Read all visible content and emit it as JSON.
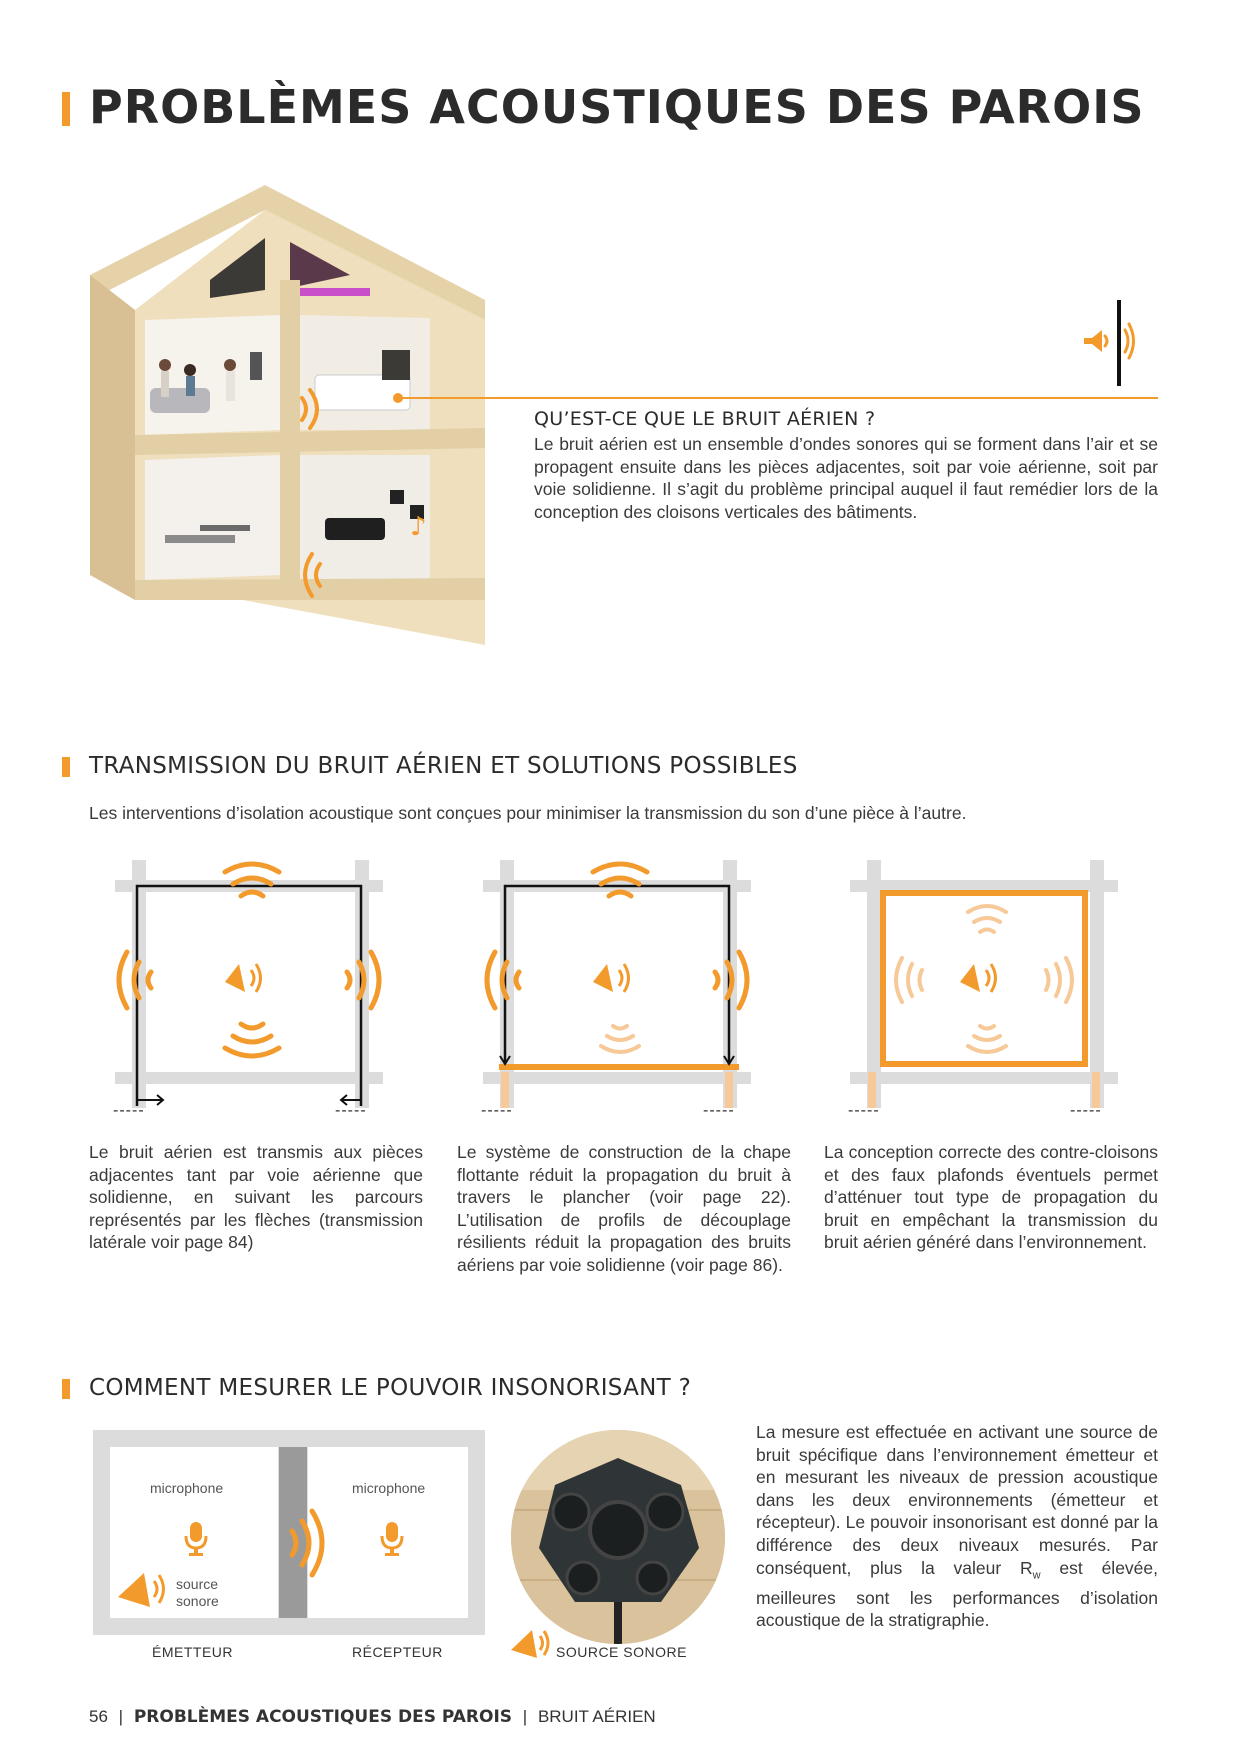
{
  "page": {
    "title": "PROBLÈMES ACOUSTIQUES DES PAROIS"
  },
  "intro": {
    "heading": "QU’EST-CE QUE LE BRUIT AÉRIEN ?",
    "text": "Le bruit aérien est un ensemble d’ondes sonores qui se forment dans l’air et se propagent ensuite dans les pièces adjacentes, soit par voie aérienne, soit par voie solidienne. Il s’agit du problème principal auquel il faut remédier lors de la conception des cloisons verticales des bâtiments."
  },
  "transmission": {
    "heading": "TRANSMISSION DU BRUIT AÉRIEN ET SOLUTIONS POSSIBLES",
    "subtitle": "Les interventions d’isolation acoustique sont conçues pour minimiser la transmission du son d’une pièce à l’autre.",
    "dashes": "-----",
    "captions": [
      "Le bruit aérien est transmis aux pièces adjacentes tant par voie aérienne que solidienne, en suivant les parcours représentés par les flèches (transmission latérale voir page 84)",
      "Le système de construction de la chape flottante réduit la propagation du bruit à travers le plancher (voir page 22). L’utilisation de profils de découplage résilients réduit la propagation des bruits aériens par voie solidienne (voir page 86).",
      "La conception correcte des contre-cloisons et des faux plafonds éventuels permet d’atténuer tout type de propagation du bruit en empêchant la transmission du bruit aérien généré dans l’environnement."
    ]
  },
  "measure": {
    "heading": "COMMENT MESURER LE POUVOIR INSONORISANT ?",
    "mic_label_left": "microphone",
    "mic_label_right": "microphone",
    "source_label_1": "source",
    "source_label_2": "sonore",
    "emitter": "ÉMETTEUR",
    "receiver": "RÉCEPTEUR",
    "photo_caption": "SOURCE SONORE",
    "text_before": "La mesure est effectuée en activant une source de bruit spécifique dans l’environnement émetteur et en mesurant les niveaux de pression acoustique dans les deux environnements (émetteur et récepteur). Le pouvoir insonorisant est donné par la différence des deux niveaux mesurés. Par conséquent, plus la valeur R",
    "text_sub": "w",
    "text_after": " est élevée, meilleures sont les performances d’isolation acoustique de la stratigraphie."
  },
  "footer": {
    "page_number": "56",
    "separator": "|",
    "section": "PROBLÈMES ACOUSTIQUES DES PAROIS",
    "subsection": "BRUIT AÉRIEN"
  },
  "colors": {
    "accent": "#f39a2c",
    "accent_light": "#f7c898",
    "structure": "#dcdcdc",
    "wood": "#e9d7b1"
  }
}
